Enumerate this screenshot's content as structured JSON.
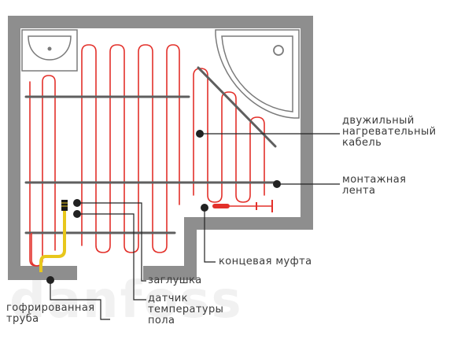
{
  "labels": {
    "two_core_cable": [
      "двужильный",
      "нагревательный",
      "кабель"
    ],
    "mounting_tape": [
      "монтажная",
      "лента"
    ],
    "end_coupling": [
      "концевая муфта"
    ],
    "plug": [
      "заглушка"
    ],
    "floor_sensor": [
      "датчик",
      "температуры",
      "пола"
    ],
    "corrugated_pipe": [
      "гофрированная",
      "труба"
    ]
  },
  "watermark": "danfoss",
  "colors": {
    "wall": "#8e8e8e",
    "floor": "#ffffff",
    "cable": "#e3302a",
    "tape": "#5f5f5f",
    "pipe": "#e8c71c",
    "leader": "#222222",
    "fixture_outline": "#7a7a7a"
  },
  "icons": [
    "sink-icon",
    "shower-tray-icon"
  ]
}
